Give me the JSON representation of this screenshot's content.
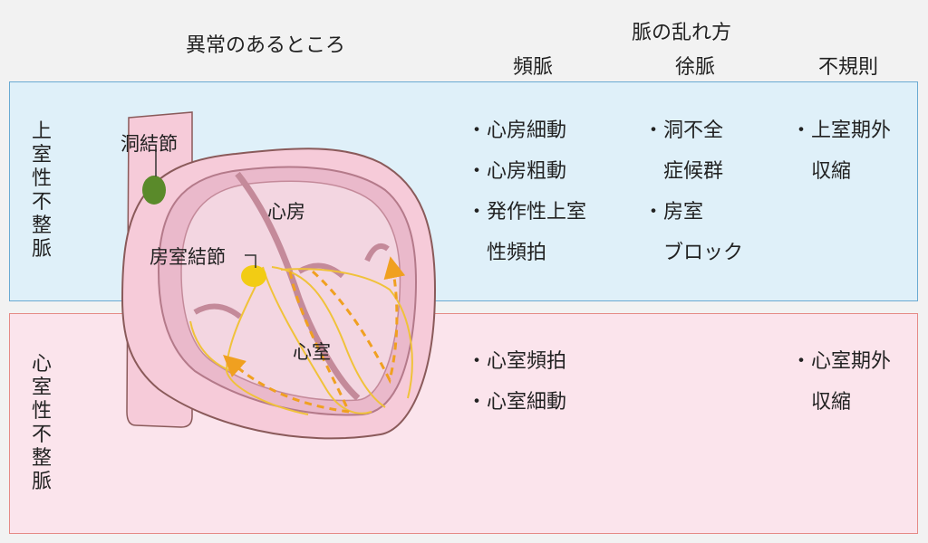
{
  "headers": {
    "location": "異常のあるところ",
    "pulse_group": "脈の乱れ方",
    "tachy": "頻脈",
    "brady": "徐脈",
    "irregular": "不規則"
  },
  "rows": {
    "supraventricular": {
      "label": "上室性不整脈",
      "tachy": [
        "・心房細動",
        "・心房粗動",
        "・発作性上室",
        "　性頻拍"
      ],
      "brady": [
        "・洞不全",
        "　症候群",
        "・房室",
        "　ブロック"
      ],
      "irregular": [
        "・上室期外",
        "　収縮"
      ]
    },
    "ventricular": {
      "label": "心室性不整脈",
      "tachy": [
        "・心室頻拍",
        "・心室細動"
      ],
      "irregular": [
        "・心室期外",
        "　収縮"
      ]
    }
  },
  "heart_labels": {
    "sinus_node": "洞結節",
    "atrium": "心房",
    "av_node": "房室結節",
    "ventricle": "心室"
  },
  "colors": {
    "top_band": "#dff0f9",
    "top_border": "#6aaad2",
    "bottom_band": "#fbe4ec",
    "bottom_border": "#e58a86",
    "sinus_node": "#5a8a2a",
    "av_node": "#f2cc14",
    "conduction": "#f0c23a",
    "arrow": "#f0a020"
  }
}
